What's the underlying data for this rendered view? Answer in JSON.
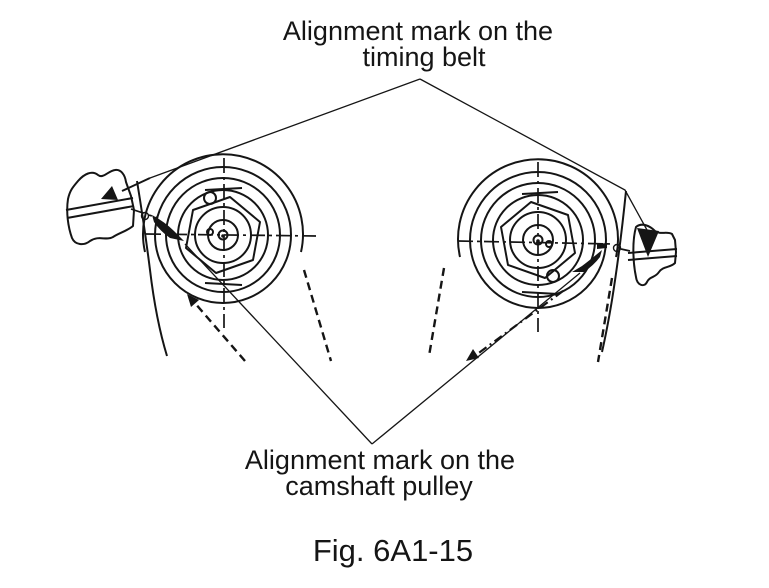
{
  "figure": {
    "top_label": {
      "line1": "Alignment mark on the",
      "line2": "timing belt"
    },
    "bottom_label": {
      "line1": "Alignment mark on the",
      "line2": "camshaft pulley"
    },
    "caption": "Fig. 6A1-15",
    "colors": {
      "background": "#ffffff",
      "ink": "#151515"
    }
  }
}
